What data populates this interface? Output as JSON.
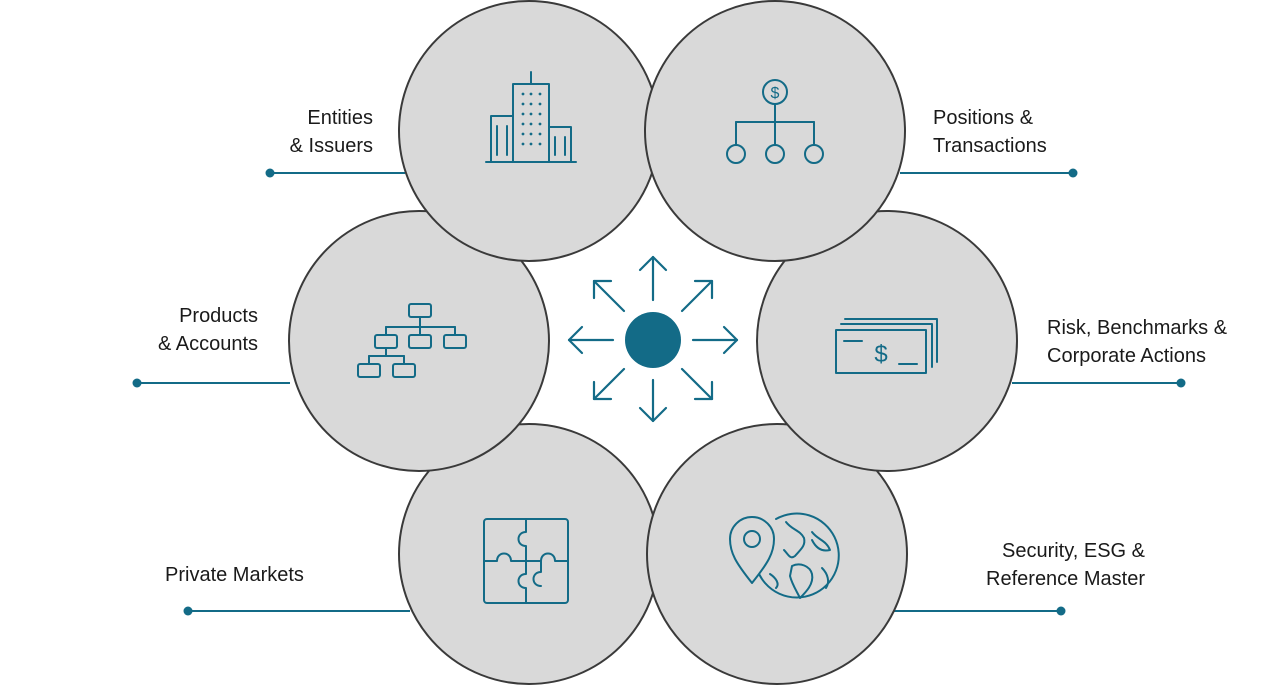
{
  "colors": {
    "accent": "#136b87",
    "circle_fill": "#d9d9d9",
    "circle_stroke": "#3a3a3a",
    "line": "#136b87",
    "text": "#1a1a1a"
  },
  "hub": {
    "icon": "arrows-outward-icon"
  },
  "nodes": [
    {
      "id": "entities",
      "icon": "buildings-icon",
      "label_lines": [
        "Entities",
        "& Issuers"
      ]
    },
    {
      "id": "positions",
      "icon": "dollar-hierarchy-icon",
      "label_lines": [
        "Positions &",
        "Transactions"
      ]
    },
    {
      "id": "risk",
      "icon": "cash-stack-icon",
      "label_lines": [
        "Risk, Benchmarks &",
        "Corporate Actions"
      ]
    },
    {
      "id": "security",
      "icon": "globe-pin-icon",
      "label_lines": [
        "Security, ESG  &",
        "Reference Master"
      ]
    },
    {
      "id": "private",
      "icon": "puzzle-icon",
      "label_lines": [
        "Private Markets"
      ]
    },
    {
      "id": "products",
      "icon": "org-chart-icon",
      "label_lines": [
        "Products",
        "& Accounts"
      ]
    }
  ]
}
